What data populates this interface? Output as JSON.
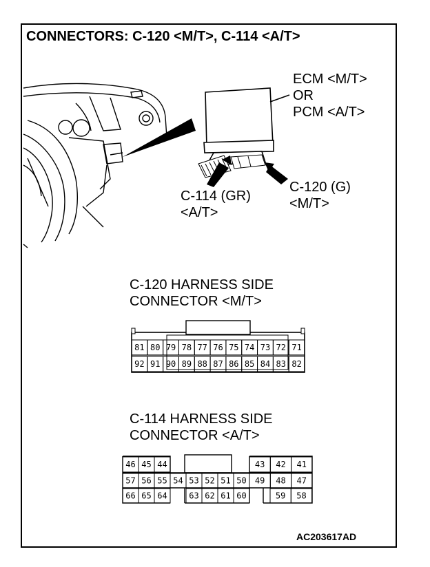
{
  "title": "CONNECTORS: C-120 <M/T>, C-114 <A/T>",
  "ecm_label": [
    "ECM <M/T>",
    "OR",
    "PCM <A/T>"
  ],
  "c114_callout": [
    "C-114 (GR)",
    "<A/T>"
  ],
  "c120_callout": [
    "C-120 (G)",
    "<M/T>"
  ],
  "c120_heading": [
    "C-120 HARNESS SIDE",
    "CONNECTOR <M/T>"
  ],
  "c114_heading": [
    "C-114 HARNESS SIDE",
    "CONNECTOR <A/T>"
  ],
  "c120_pins": {
    "top": [
      "81",
      "80",
      "79",
      "78",
      "77",
      "76",
      "75",
      "74",
      "73",
      "72",
      "71"
    ],
    "bottom": [
      "92",
      "91",
      "90",
      "89",
      "88",
      "87",
      "86",
      "85",
      "84",
      "83",
      "82"
    ]
  },
  "c114_pins": {
    "row1_left": [
      "46",
      "45",
      "44"
    ],
    "row1_right": [
      "43",
      "42",
      "41"
    ],
    "row2_left": [
      "57",
      "56",
      "55",
      "54",
      "53",
      "52",
      "51",
      "50"
    ],
    "row2_right": [
      "49",
      "48",
      "47"
    ],
    "row3_left": [
      "66",
      "65",
      "64"
    ],
    "row3_mid": [
      "63",
      "62",
      "61",
      "60"
    ],
    "row3_right": [
      "59",
      "58"
    ]
  },
  "figure_code": "AC203617AD"
}
